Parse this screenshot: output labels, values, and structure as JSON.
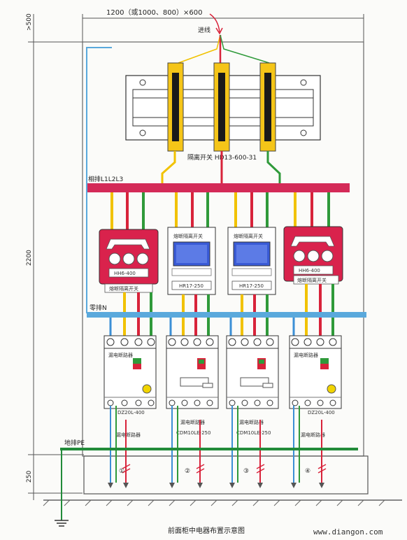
{
  "colors": {
    "phase_yellow": "#f1c200",
    "phase_red": "#d8233a",
    "phase_green": "#2f9a3a",
    "busbar_phase": "#d42a58",
    "busbar_neutral": "#5aa9dc",
    "neutral_blue": "#3b8fd6",
    "ground": "#228b3a",
    "switch_red": "#d9224c",
    "display_blue": "#3a5bd6"
  },
  "dims": {
    "width": "1200（或1000、800）×600",
    "top_height": ">500",
    "body_height": "2200",
    "base_height": "250"
  },
  "labels": {
    "incoming": "进线",
    "isolator": "隔离开关  HD13-600-31",
    "phase_busbar": "相排L1L2L3",
    "neutral_busbar": "零排N",
    "ground_busbar": "地排PE",
    "caption": "前面柜中电器布置示意图",
    "watermark": "www.diangon.com"
  },
  "switches": [
    {
      "model": "HH6-400",
      "label": "熔断隔离开关"
    },
    {
      "model": "HR17-250",
      "label": "熔断隔离开关"
    },
    {
      "model": "HR17-250",
      "label": "熔断隔离开关"
    },
    {
      "model": "HH6-400",
      "label": "熔断隔离开关"
    }
  ],
  "breakers": [
    {
      "model": "DZ20L-400",
      "label": "漏电断路器",
      "title": "漏电断路器",
      "circuit": "①"
    },
    {
      "model": "CDM10LE-250",
      "label": "漏电断路器",
      "title": "",
      "circuit": "②"
    },
    {
      "model": "CDM10LE-250",
      "label": "漏电断路器",
      "title": "",
      "circuit": "③"
    },
    {
      "model": "DZ20L-400",
      "label": "漏电断路器",
      "title": "漏电断路器",
      "circuit": "④"
    }
  ]
}
